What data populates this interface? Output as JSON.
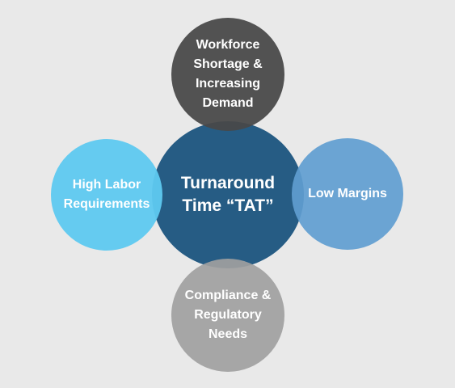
{
  "diagram": {
    "center": {
      "label": "Turnaround Time “TAT”",
      "color": "#265c84"
    },
    "nodes": [
      {
        "id": "top",
        "label": "Workforce Shortage & Increasing Demand",
        "color": "#484848"
      },
      {
        "id": "left",
        "label": "High Labor Requirements",
        "color": "#5ec9f0"
      },
      {
        "id": "right",
        "label": "Low Margins",
        "color": "#609dd0"
      },
      {
        "id": "bottom",
        "label": "Compliance & Regulatory Needs",
        "color": "#a0a0a0"
      }
    ]
  }
}
